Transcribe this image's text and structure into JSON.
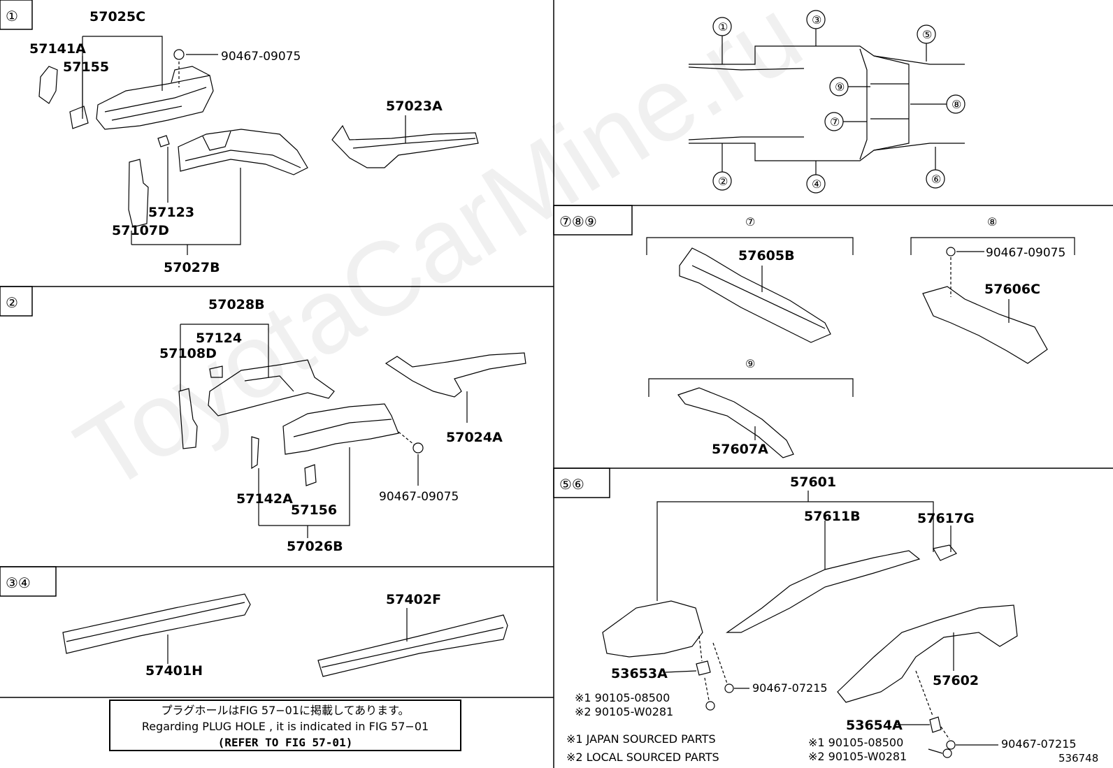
{
  "watermark": "ToyotaCarMine.ru",
  "diagram_id": "536748",
  "sections": {
    "s1": {
      "tag": "①"
    },
    "s2": {
      "tag": "②"
    },
    "s34": {
      "tag": "③④"
    },
    "s789": {
      "tag": "⑦⑧⑨"
    },
    "s56": {
      "tag": "⑤⑥"
    }
  },
  "parts": {
    "p57025C": "57025C",
    "p57141A": "57141A",
    "p57155": "57155",
    "p90467_09075_a": "90467-09075",
    "p57023A": "57023A",
    "p57123": "57123",
    "p57107D": "57107D",
    "p57027B": "57027B",
    "p57028B": "57028B",
    "p57124": "57124",
    "p57108D": "57108D",
    "p57024A": "57024A",
    "p57142A": "57142A",
    "p57156": "57156",
    "p90467_09075_b": "90467-09075",
    "p57026B": "57026B",
    "p57401H": "57401H",
    "p57402F": "57402F",
    "p57605B": "57605B",
    "p90467_09075_c": "90467-09075",
    "p57606C": "57606C",
    "p57607A": "57607A",
    "p57601": "57601",
    "p57611B": "57611B",
    "p57617G": "57617G",
    "p53653A": "53653A",
    "p90105_08500_a": "※1 90105-08500",
    "p90105_W0281_a": "※2 90105-W0281",
    "p90467_07215_a": "90467-07215",
    "p57602": "57602",
    "p53654A": "53654A",
    "p90105_08500_b": "※1 90105-08500",
    "p90105_W0281_b": "※2 90105-W0281",
    "p90467_07215_b": "90467-07215"
  },
  "overview": {
    "c1": "①",
    "c2": "②",
    "c3": "③",
    "c4": "④",
    "c5": "⑤",
    "c6": "⑥",
    "c7": "⑦",
    "c8": "⑧",
    "c9": "⑨"
  },
  "subheads": {
    "h7": "⑦",
    "h8": "⑧",
    "h9": "⑨"
  },
  "legend": {
    "japan": "※1  JAPAN SOURCED PARTS",
    "local": "※2  LOCAL SOURCED PARTS"
  },
  "note": {
    "line1": "プラグホールはFIG 57−01に掲載してあります。",
    "line2": "Regarding  PLUG HOLE , it is indicated in FIG 57−01",
    "line3": "(REFER TO FIG 57-01)"
  }
}
